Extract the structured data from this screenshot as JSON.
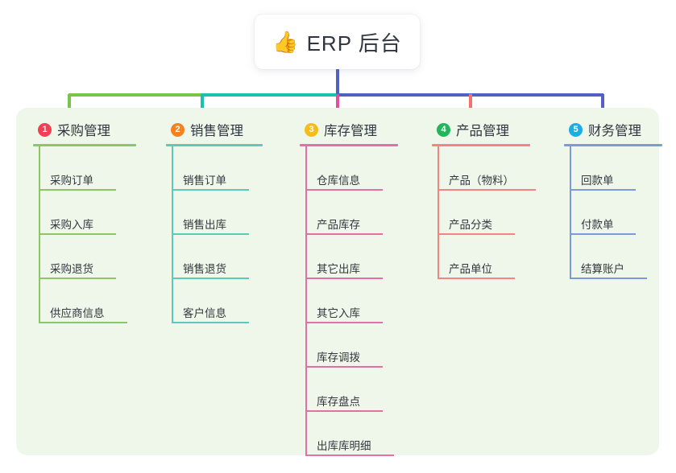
{
  "title": {
    "icon": "thumbs-up-icon",
    "emoji": "👍",
    "text": "ERP 后台"
  },
  "colors": {
    "panel_bg": "#eff7ea",
    "page_bg": "#ffffff",
    "text": "#2f3640",
    "center_connector": "#5160c4",
    "green": "#79c44d",
    "teal": "#18c2ad",
    "pink": "#e2509a",
    "red": "#f4716f",
    "blue": "#5a7ed0"
  },
  "columns": [
    {
      "index": "1",
      "title": "采购管理",
      "badge_color": "#ef4056",
      "line_color": "#8cc765",
      "items": [
        "采购订单",
        "采购入库",
        "采购退货",
        "供应商信息"
      ]
    },
    {
      "index": "2",
      "title": "销售管理",
      "badge_color": "#f58220",
      "line_color": "#5fc8bb",
      "items": [
        "销售订单",
        "销售出库",
        "销售退货",
        "客户信息"
      ]
    },
    {
      "index": "3",
      "title": "库存管理",
      "badge_color": "#f5bc1a",
      "line_color": "#e46fa6",
      "items": [
        "仓库信息",
        "产品库存",
        "其它出库",
        "其它入库",
        "库存调拨",
        "库存盘点",
        "出库库明细"
      ]
    },
    {
      "index": "4",
      "title": "产品管理",
      "badge_color": "#23b559",
      "line_color": "#f4847f",
      "items": [
        "产品（物料）",
        "产品分类",
        "产品单位"
      ]
    },
    {
      "index": "5",
      "title": "财务管理",
      "badge_color": "#1aaee5",
      "line_color": "#7a9ada",
      "items": [
        "回款单",
        "付款单",
        "结算账户"
      ]
    }
  ],
  "connectors": {
    "trunk_color": "#5160c4",
    "segments": [
      {
        "name": "segment-green",
        "color": "#79c44d"
      },
      {
        "name": "segment-teal",
        "color": "#18c2ad"
      },
      {
        "name": "segment-blue",
        "color": "#5160c4"
      }
    ],
    "drops": [
      {
        "name": "drop-col-1",
        "color": "#79c44d"
      },
      {
        "name": "drop-col-2",
        "color": "#18c2ad"
      },
      {
        "name": "drop-col-3",
        "color": "#e2509a"
      },
      {
        "name": "drop-col-4",
        "color": "#f4716f"
      },
      {
        "name": "drop-col-5",
        "color": "#5160c4"
      }
    ]
  }
}
